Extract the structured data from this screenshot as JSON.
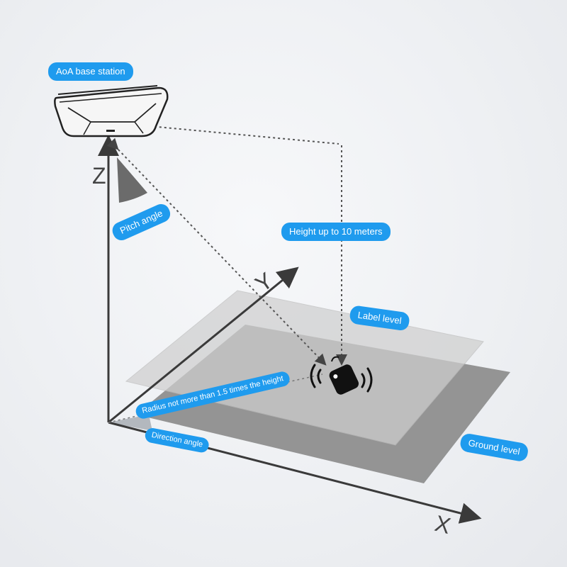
{
  "labels": {
    "base_station": "AoA base station",
    "pitch_angle": "Pitch angle",
    "height": "Height up to 10 meters",
    "label_level": "Label level",
    "radius": "Radius not more than 1.5 times the height",
    "direction_angle": "Direction angle",
    "ground_level": "Ground level"
  },
  "axes": {
    "x": "X",
    "y": "Y",
    "z": "Z"
  },
  "colors": {
    "accent": "#1f9bee",
    "ground": "#8a8a8a",
    "label_plane": "#c9c9c9",
    "axis": "#3a3a3a",
    "dotted": "#555555"
  }
}
